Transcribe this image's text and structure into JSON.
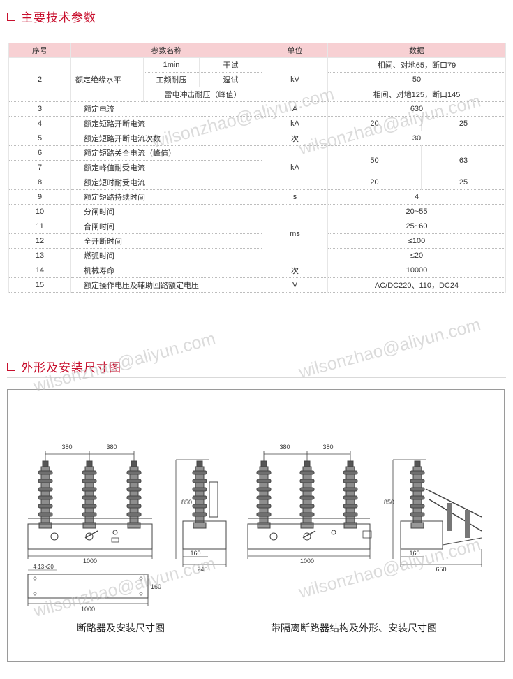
{
  "section1": {
    "title": "主要技术参数"
  },
  "table": {
    "headers": [
      "序号",
      "参数名称",
      "单位",
      "数据"
    ],
    "r2": {
      "no": "2",
      "name": "额定绝缘水平",
      "sub1": "1min",
      "sub2": "工频耐压",
      "dry": "干试",
      "wet": "湿试",
      "sub3": "雷电冲击耐压（峰值）",
      "unit": "kV",
      "d1": "相间、对地65，断口79",
      "d2": "50",
      "d3": "相间、对地125，断口145"
    },
    "r3": {
      "no": "3",
      "name": "额定电流",
      "unit": "A",
      "d": "630"
    },
    "r4": {
      "no": "4",
      "name": "额定短路开断电流",
      "unit": "kA",
      "d1": "20",
      "d2": "25"
    },
    "r5": {
      "no": "5",
      "name": "额定短路开断电流次数",
      "unit": "次",
      "d": "30"
    },
    "r6": {
      "no": "6",
      "name": "额定短路关合电流（峰值）"
    },
    "r7": {
      "no": "7",
      "name": "额定峰值耐受电流",
      "unit": "kA",
      "d1": "50",
      "d2": "63"
    },
    "r8": {
      "no": "8",
      "name": "额定短时耐受电流",
      "d1": "20",
      "d2": "25"
    },
    "r9": {
      "no": "9",
      "name": "额定短路持续时间",
      "unit": "s",
      "d": "4"
    },
    "r10": {
      "no": "10",
      "name": "分闸时间",
      "d": "20~55"
    },
    "r11": {
      "no": "11",
      "name": "合闸时间",
      "unit": "ms",
      "d": "25~60"
    },
    "r12": {
      "no": "12",
      "name": "全开断时间",
      "d": "≤100"
    },
    "r13": {
      "no": "13",
      "name": "燃弧时间",
      "d": "≤20"
    },
    "r14": {
      "no": "14",
      "name": "机械寿命",
      "unit": "次",
      "d": "10000"
    },
    "r15": {
      "no": "15",
      "name": "额定操作电压及辅助回路额定电压",
      "unit": "V",
      "d": "AC/DC220、110，DC24"
    }
  },
  "section2": {
    "title": "外形及安装尺寸图"
  },
  "drawing": {
    "left": {
      "dim_a": "380",
      "dim_b": "380",
      "dim_h": "850",
      "dim_w": "1000",
      "dim_s1": "160",
      "dim_s2": "240",
      "holes": "4-13×20",
      "dim_base_h": "160",
      "dim_base_w": "1000",
      "caption": "断路器及安装尺寸图"
    },
    "right": {
      "dim_a": "380",
      "dim_b": "380",
      "dim_h": "850",
      "dim_w": "1000",
      "dim_s1": "160",
      "dim_s2": "650",
      "caption": "带隔离断路器结构及外形、安装尺寸图"
    }
  },
  "watermark": "wilsonzhao@aliyun.com",
  "colors": {
    "accent": "#c8102e",
    "header_bg": "#f7d0d3"
  }
}
